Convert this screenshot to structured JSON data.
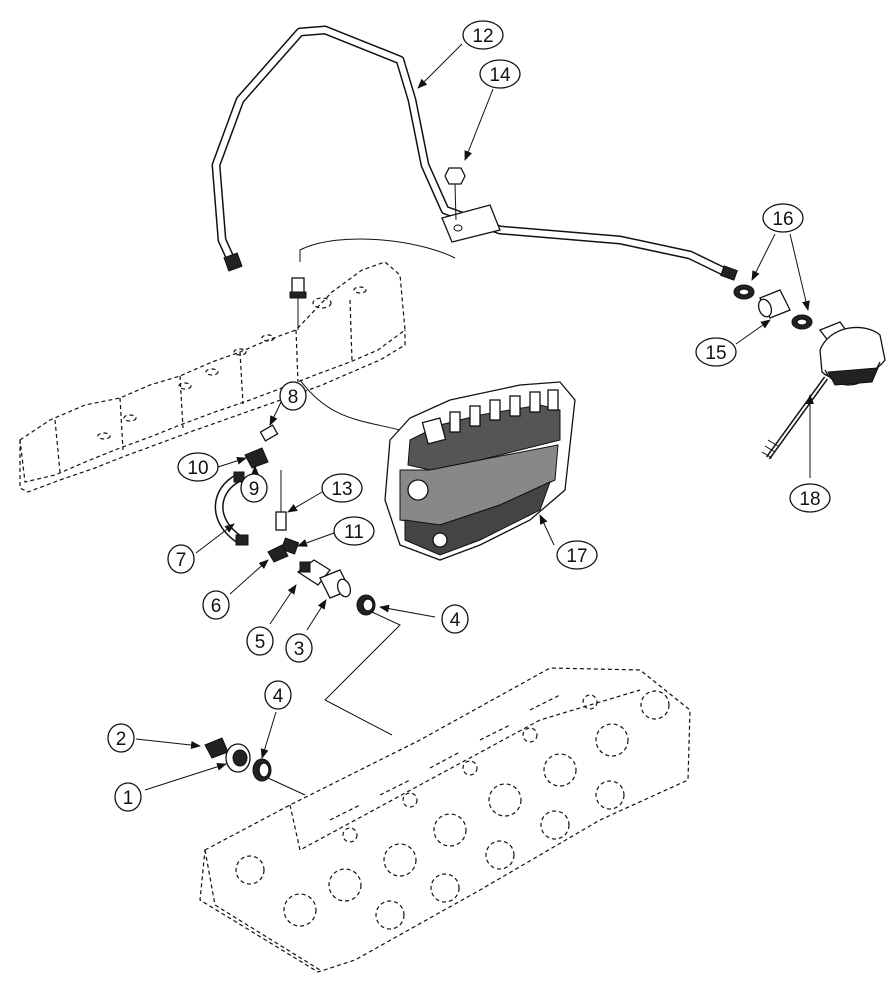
{
  "callouts": {
    "c1": "1",
    "c2": "2",
    "c3": "3",
    "c4a": "4",
    "c4b": "4",
    "c5": "5",
    "c6": "6",
    "c7": "7",
    "c8": "8",
    "c9": "9",
    "c10": "10",
    "c11": "11",
    "c12": "12",
    "c13": "13",
    "c14": "14",
    "c15": "15",
    "c16": "16",
    "c17": "17",
    "c18": "18"
  }
}
